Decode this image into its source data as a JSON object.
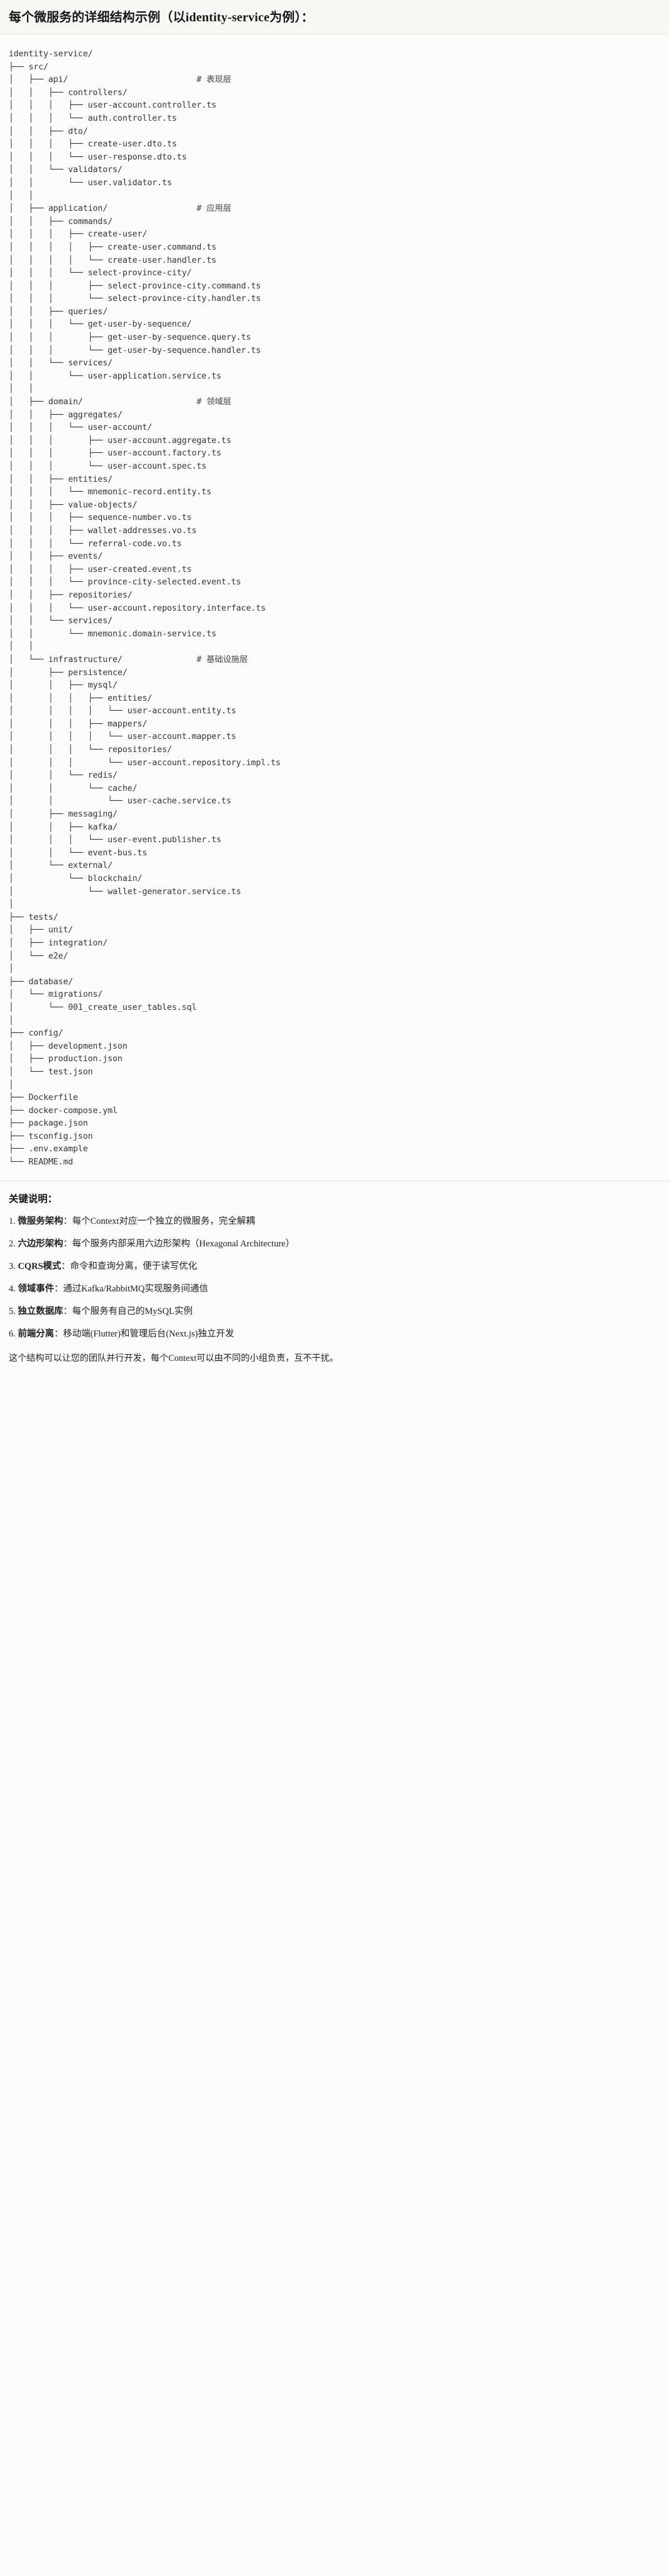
{
  "header": {
    "title": "每个微服务的详细结构示例（以identity-service为例）："
  },
  "tree": {
    "lines": [
      "identity-service/",
      "├── src/",
      "│   ├── api/                          # 表现层",
      "│   │   ├── controllers/",
      "│   │   │   ├── user-account.controller.ts",
      "│   │   │   └── auth.controller.ts",
      "│   │   ├── dto/",
      "│   │   │   ├── create-user.dto.ts",
      "│   │   │   └── user-response.dto.ts",
      "│   │   └── validators/",
      "│   │       └── user.validator.ts",
      "│   │",
      "│   ├── application/                  # 应用层",
      "│   │   ├── commands/",
      "│   │   │   ├── create-user/",
      "│   │   │   │   ├── create-user.command.ts",
      "│   │   │   │   └── create-user.handler.ts",
      "│   │   │   └── select-province-city/",
      "│   │   │       ├── select-province-city.command.ts",
      "│   │   │       └── select-province-city.handler.ts",
      "│   │   ├── queries/",
      "│   │   │   └── get-user-by-sequence/",
      "│   │   │       ├── get-user-by-sequence.query.ts",
      "│   │   │       └── get-user-by-sequence.handler.ts",
      "│   │   └── services/",
      "│   │       └── user-application.service.ts",
      "│   │",
      "│   ├── domain/                       # 领域层",
      "│   │   ├── aggregates/",
      "│   │   │   └── user-account/",
      "│   │   │       ├── user-account.aggregate.ts",
      "│   │   │       ├── user-account.factory.ts",
      "│   │   │       └── user-account.spec.ts",
      "│   │   ├── entities/",
      "│   │   │   └── mnemonic-record.entity.ts",
      "│   │   ├── value-objects/",
      "│   │   │   ├── sequence-number.vo.ts",
      "│   │   │   ├── wallet-addresses.vo.ts",
      "│   │   │   └── referral-code.vo.ts",
      "│   │   ├── events/",
      "│   │   │   ├── user-created.event.ts",
      "│   │   │   └── province-city-selected.event.ts",
      "│   │   ├── repositories/",
      "│   │   │   └── user-account.repository.interface.ts",
      "│   │   └── services/",
      "│   │       └── mnemonic.domain-service.ts",
      "│   │",
      "│   └── infrastructure/               # 基础设施层",
      "│       ├── persistence/",
      "│       │   ├── mysql/",
      "│       │   │   ├── entities/",
      "│       │   │   │   └── user-account.entity.ts",
      "│       │   │   ├── mappers/",
      "│       │   │   │   └── user-account.mapper.ts",
      "│       │   │   └── repositories/",
      "│       │   │       └── user-account.repository.impl.ts",
      "│       │   └── redis/",
      "│       │       └── cache/",
      "│       │           └── user-cache.service.ts",
      "│       ├── messaging/",
      "│       │   ├── kafka/",
      "│       │   │   └── user-event.publisher.ts",
      "│       │   └── event-bus.ts",
      "│       └── external/",
      "│           └── blockchain/",
      "│               └── wallet-generator.service.ts",
      "│",
      "├── tests/",
      "│   ├── unit/",
      "│   ├── integration/",
      "│   └── e2e/",
      "│",
      "├── database/",
      "│   └── migrations/",
      "│       └── 001_create_user_tables.sql",
      "│",
      "├── config/",
      "│   ├── development.json",
      "│   ├── production.json",
      "│   └── test.json",
      "│",
      "├── Dockerfile",
      "├── docker-compose.yml",
      "├── package.json",
      "├── tsconfig.json",
      "├── .env.example",
      "└── README.md"
    ]
  },
  "notes": {
    "heading": "关键说明：",
    "items": [
      {
        "index": "1.",
        "term": "微服务架构",
        "sep": "：",
        "desc": "每个Context对应一个独立的微服务，完全解耦"
      },
      {
        "index": "2.",
        "term": "六边形架构",
        "sep": "：",
        "desc": "每个服务内部采用六边形架构（Hexagonal Architecture）"
      },
      {
        "index": "3.",
        "term": "CQRS模式",
        "sep": "：",
        "desc": "命令和查询分离，便于读写优化"
      },
      {
        "index": "4.",
        "term": "领域事件",
        "sep": "：",
        "desc": "通过Kafka/RabbitMQ实现服务间通信"
      },
      {
        "index": "5.",
        "term": "独立数据库",
        "sep": "：",
        "desc": "每个服务有自己的MySQL实例"
      },
      {
        "index": "6.",
        "term": "前端分离",
        "sep": "：",
        "desc": "移动端(Flutter)和管理后台(Next.js)独立开发"
      }
    ],
    "footer": "这个结构可以让您的团队并行开发，每个Context可以由不同的小组负责，互不干扰。"
  },
  "colors": {
    "page_bg": "#fcfcfb",
    "title_bg": "#f8f8f5",
    "divider": "#e4e2dc",
    "code_text": "#30363d",
    "body_text": "#1c1f23"
  }
}
